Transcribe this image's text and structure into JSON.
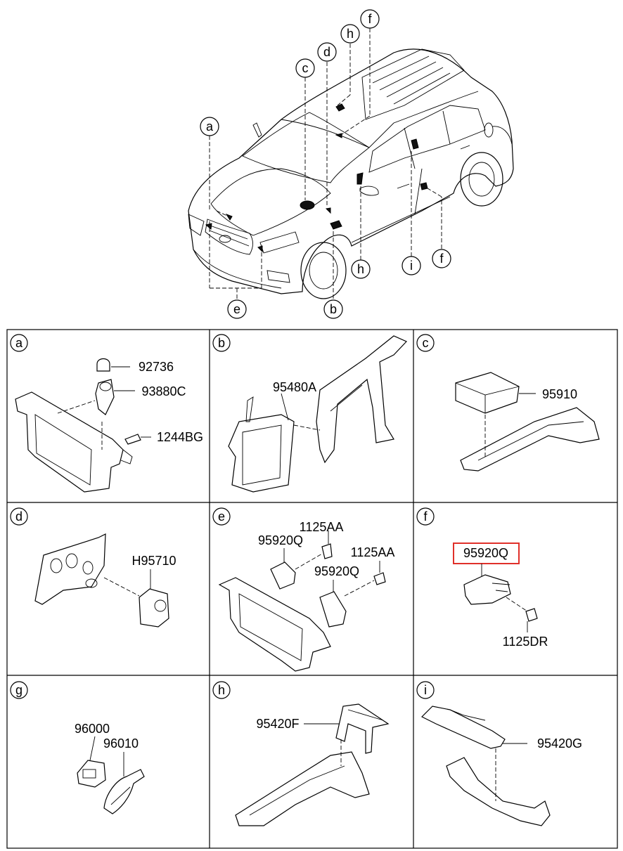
{
  "overview": {
    "callouts": [
      "a",
      "b",
      "c",
      "d",
      "e",
      "f",
      "f",
      "h",
      "h",
      "i"
    ]
  },
  "panels": [
    {
      "letter": "a",
      "parts": [
        "92736",
        "93880C",
        "1244BG"
      ]
    },
    {
      "letter": "b",
      "parts": [
        "95480A"
      ]
    },
    {
      "letter": "c",
      "parts": [
        "95910"
      ]
    },
    {
      "letter": "d",
      "parts": [
        "H95710"
      ]
    },
    {
      "letter": "e",
      "parts": [
        "1125AA",
        "95920Q",
        "1125AA",
        "95920Q"
      ]
    },
    {
      "letter": "f",
      "parts": [
        "95920Q",
        "1125DR"
      ]
    },
    {
      "letter": "g",
      "parts": [
        "96000",
        "96010"
      ]
    },
    {
      "letter": "h",
      "parts": [
        "95420F"
      ]
    },
    {
      "letter": "i",
      "parts": [
        "95420G"
      ]
    }
  ],
  "highlight": {
    "part": "95920Q",
    "color": "#e0302a"
  }
}
